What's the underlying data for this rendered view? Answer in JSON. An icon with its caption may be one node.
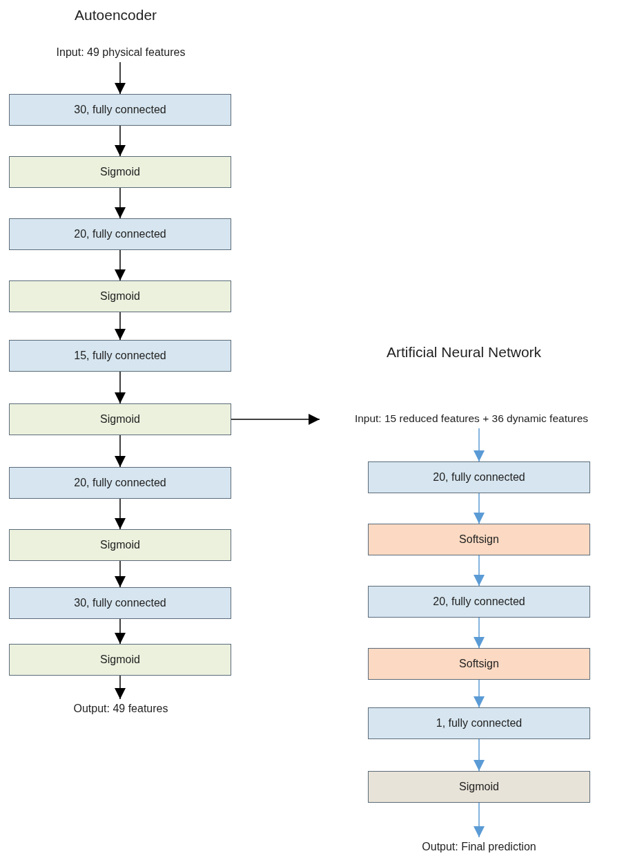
{
  "diagram": {
    "nodes": [
      {
        "text": [
          "Input: 49 physical features"
        ]
      },
      {
        "text": [
          "30, fully connected"
        ]
      },
      {
        "text": [
          "Sigmoid"
        ]
      },
      {
        "text": [
          "20, fully connected"
        ]
      },
      {
        "text": [
          "Sigmoid"
        ]
      },
      {
        "text": [
          "15, fully connected"
        ]
      },
      {
        "text": [
          "Sigmoid"
        ]
      },
      {
        "text": [
          "20, fully connected"
        ]
      },
      {
        "text": [
          "Sigmoid"
        ]
      },
      {
        "text": [
          "30, fully connected"
        ]
      },
      {
        "text": [
          "Sigmoid"
        ]
      },
      {
        "text": [
          "Output: 49 features"
        ]
      },
      {
        "text": [
          "Input: 15 reduced features + 36 dynamic features"
        ]
      },
      {
        "text": [
          "20, fully connected"
        ]
      },
      {
        "text": [
          "Softsign"
        ]
      },
      {
        "text": [
          "20, fully connected"
        ]
      },
      {
        "text": [
          "Softsign"
        ]
      },
      {
        "text": [
          "1, fully connected"
        ]
      },
      {
        "text": [
          "Sigmoid"
        ]
      },
      {
        "text": [
          "Output: Final prediction"
        ]
      }
    ],
    "edges": [
      {
        "from": 0,
        "to": 1,
        "arrow": "to"
      },
      {
        "from": 1,
        "to": 2,
        "arrow": "to"
      },
      {
        "from": 2,
        "to": 3,
        "arrow": "to"
      },
      {
        "from": 3,
        "to": 4,
        "arrow": "to"
      },
      {
        "from": 4,
        "to": 5,
        "arrow": "to"
      },
      {
        "from": 5,
        "to": 6,
        "arrow": "to"
      },
      {
        "from": 6,
        "to": 7,
        "arrow": "to"
      },
      {
        "from": 7,
        "to": 8,
        "arrow": "to"
      },
      {
        "from": 8,
        "to": 9,
        "arrow": "to"
      },
      {
        "from": 9,
        "to": 10,
        "arrow": "to"
      },
      {
        "from": 10,
        "to": 11,
        "arrow": "to"
      },
      {
        "from": 6,
        "to": 12,
        "arrow": "to"
      },
      {
        "from": 12,
        "to": 13,
        "arrow": "to",
        "color": "#5b9bd5"
      },
      {
        "from": 13,
        "to": 14,
        "arrow": "to",
        "color": "#5b9bd5"
      },
      {
        "from": 14,
        "to": 15,
        "arrow": "to",
        "color": "#5b9bd5"
      },
      {
        "from": 15,
        "to": 16,
        "arrow": "to",
        "color": "#5b9bd5"
      },
      {
        "from": 16,
        "to": 17,
        "arrow": "to",
        "color": "#5b9bd5"
      },
      {
        "from": 17,
        "to": 18,
        "arrow": "to",
        "color": "#5b9bd5"
      },
      {
        "from": 18,
        "to": 19,
        "arrow": "to",
        "color": "#5b9bd5"
      }
    ],
    "labels": [
      "Autoencoder",
      "Artificial Neural Network"
    ]
  }
}
